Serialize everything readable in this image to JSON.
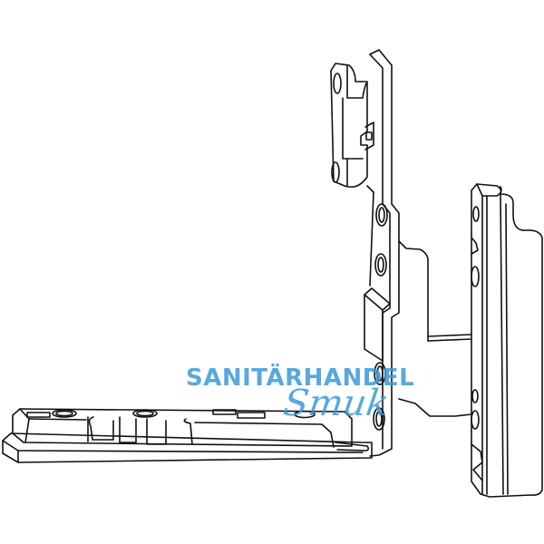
{
  "image": {
    "subject": "window fitting corner bracket with hinge part (technical line drawing)",
    "background_color": "#ffffff",
    "line_color": "#111111"
  },
  "watermark": {
    "line1": "SANITÄRHANDEL",
    "line2": "Smuk",
    "color": "#3b9ad9"
  }
}
